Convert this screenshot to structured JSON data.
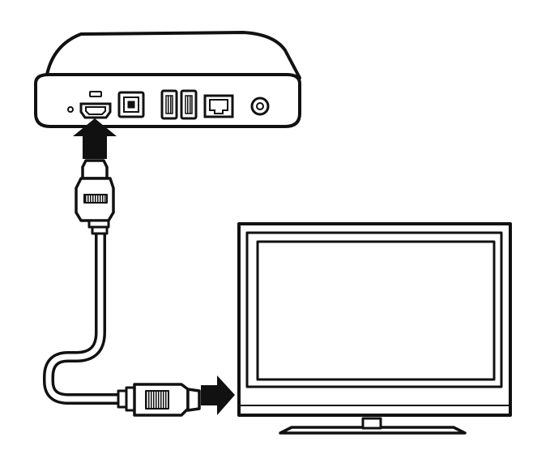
{
  "diagram": {
    "kind": "hdmi-connection-illustration",
    "colors": {
      "line": "#111111",
      "fill": "#ffffff",
      "arrow": "#111111",
      "screen_edge": "#222222"
    },
    "parts": {
      "device": {
        "ports": [
          "power-led",
          "hdmi-port",
          "optical-audio-port",
          "usb-port",
          "usb-port",
          "ethernet-port",
          "dc-power-port"
        ]
      },
      "cable": {
        "connector_top": "hdmi-plug",
        "connector_bottom": "hdmi-plug"
      },
      "display": {
        "type": "flat-screen-tv"
      },
      "arrows": [
        "arrow-up-into-device",
        "arrow-right-into-tv"
      ]
    }
  }
}
